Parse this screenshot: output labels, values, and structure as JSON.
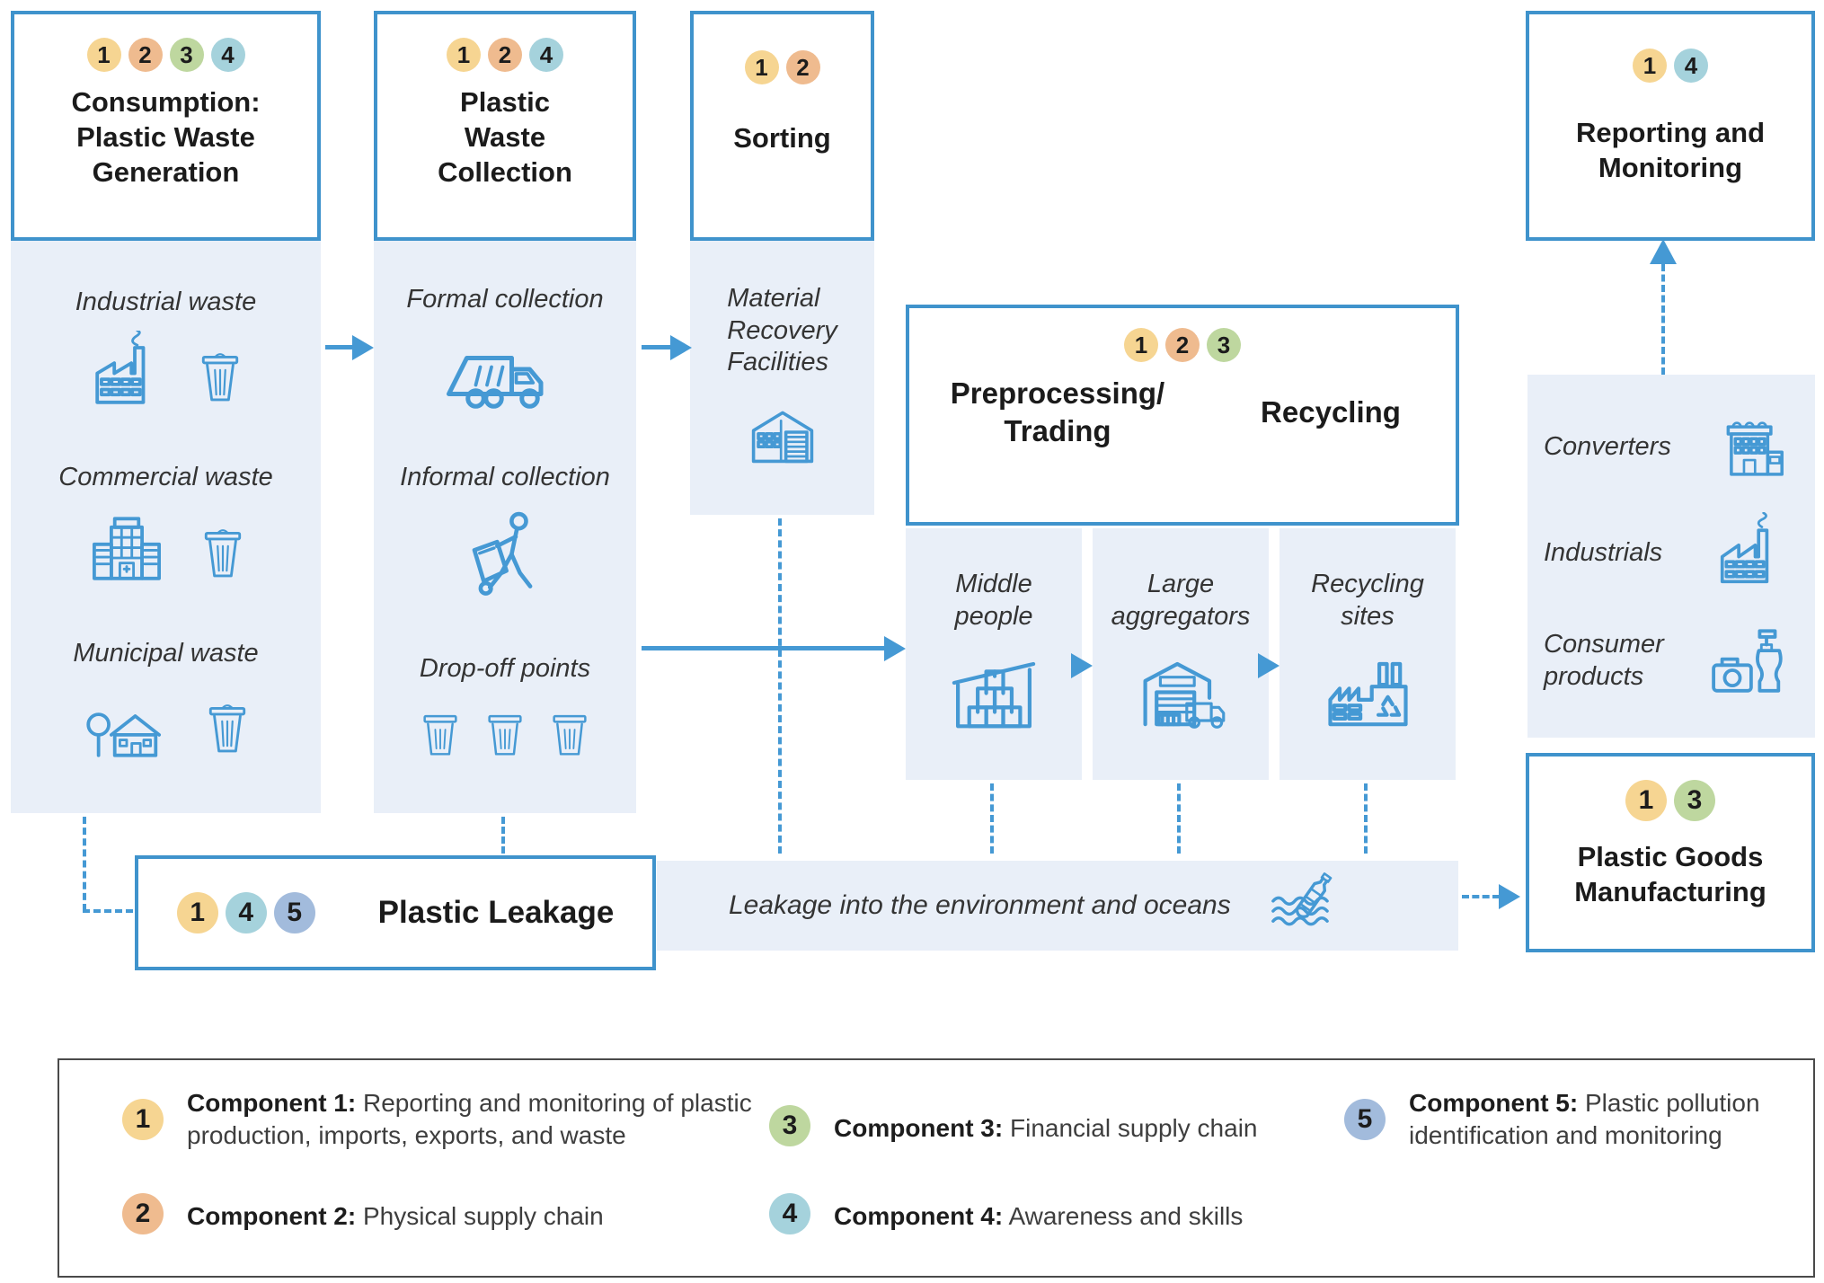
{
  "colors": {
    "box_border": "#3f93cc",
    "panel_bg": "#e9eff8",
    "icon_stroke": "#4599d4",
    "arrow_blue": "#4599d4",
    "legend_border": "#4a4a4a",
    "text_dark": "#1b1b1b"
  },
  "components": [
    {
      "num": "1",
      "color": "#f6d592",
      "title": "Component 1:",
      "desc": "Reporting and monitoring of plastic production, imports, exports, and waste"
    },
    {
      "num": "2",
      "color": "#efbb8f",
      "title": "Component 2:",
      "desc": "Physical supply chain"
    },
    {
      "num": "3",
      "color": "#bed79f",
      "title": "Component 3:",
      "desc": "Financial supply chain"
    },
    {
      "num": "4",
      "color": "#a5d2dc",
      "title": "Component 4:",
      "desc": "Awareness and skills"
    },
    {
      "num": "5",
      "color": "#a2bbdc",
      "title": "Component 5:",
      "desc": "Plastic pollution identification and monitoring"
    }
  ],
  "nodes": {
    "consumption": {
      "title": "Consumption:\nPlastic Waste\nGeneration",
      "badges": [
        "1",
        "2",
        "3",
        "4"
      ]
    },
    "collection": {
      "title": "Plastic\nWaste\nCollection",
      "badges": [
        "1",
        "2",
        "4"
      ]
    },
    "sorting": {
      "title": "Sorting",
      "badges": [
        "1",
        "2"
      ]
    },
    "reporting": {
      "title": "Reporting and\nMonitoring",
      "badges": [
        "1",
        "4"
      ]
    },
    "preprocessing": {
      "title_left": "Preprocessing/\nTrading",
      "title_right": "Recycling",
      "badges": [
        "1",
        "2",
        "3"
      ]
    },
    "manufacturing": {
      "title": "Plastic Goods\nManufacturing",
      "badges": [
        "1",
        "3"
      ]
    },
    "leakage": {
      "title": "Plastic Leakage",
      "badges": [
        "1",
        "4",
        "5"
      ]
    }
  },
  "panels": {
    "generation": {
      "items": [
        {
          "label": "Industrial waste"
        },
        {
          "label": "Commercial waste"
        },
        {
          "label": "Municipal waste"
        }
      ]
    },
    "collection": {
      "items": [
        {
          "label": "Formal collection"
        },
        {
          "label": "Informal collection"
        },
        {
          "label": "Drop-off points"
        }
      ]
    },
    "sorting": {
      "label": "Material\nRecovery\nFacilities"
    },
    "trading": {
      "items": [
        {
          "label": "Middle\npeople"
        },
        {
          "label": "Large\naggregators"
        },
        {
          "label": "Recycling\nsites"
        }
      ]
    },
    "consumers": {
      "items": [
        {
          "label": "Converters"
        },
        {
          "label": "Industrials"
        },
        {
          "label": "Consumer\nproducts"
        }
      ]
    },
    "leakage_strip": {
      "label": "Leakage into the environment and oceans"
    }
  }
}
